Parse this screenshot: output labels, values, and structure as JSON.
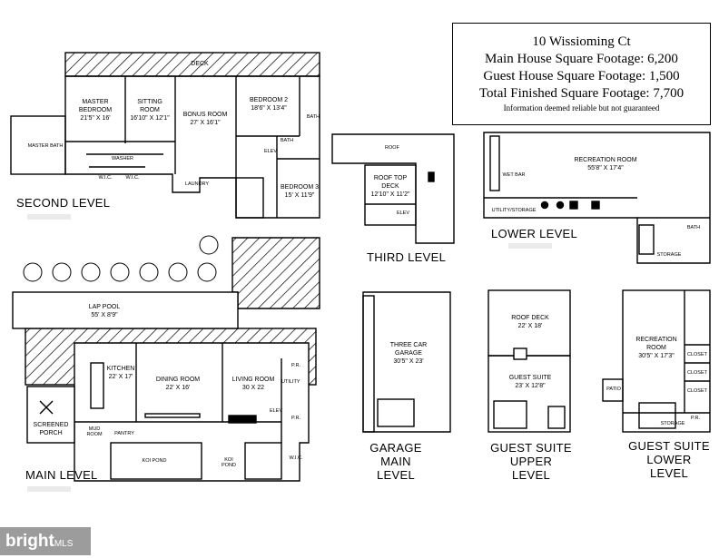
{
  "info": {
    "address": "10 Wissioming Ct",
    "main_sqft": "Main House Square Footage: 6,200",
    "guest_sqft": "Guest House Square Footage: 1,500",
    "total_sqft": "Total Finished Square Footage: 7,700",
    "disclaimer": "Information deemed reliable but not guaranteed"
  },
  "levels": {
    "second": "SECOND LEVEL",
    "third": "THIRD LEVEL",
    "lower": "LOWER LEVEL",
    "main": "MAIN LEVEL",
    "garage_1": "GARAGE",
    "garage_2": "MAIN LEVEL",
    "guest_upper_1": "GUEST SUITE",
    "guest_upper_2": "UPPER LEVEL",
    "guest_lower_1": "GUEST SUITE",
    "guest_lower_2": "LOWER LEVEL"
  },
  "second_level": {
    "deck": "DECK",
    "master_bedroom": "MASTER BEDROOM",
    "master_bedroom_dim": "21'5\" X 16'",
    "sitting_room": "SITTING ROOM",
    "sitting_room_dim": "16'10\" X 12'1\"",
    "bonus_room": "BONUS ROOM",
    "bonus_room_dim": "27' X 16'1\"",
    "bedroom2": "BEDROOM 2",
    "bedroom2_dim": "18'6\" X 13'4\"",
    "bedroom3": "BEDROOM 3",
    "bedroom3_dim": "15' X 11'9\"",
    "master_bath": "MASTER BATH",
    "laundry": "LAUNDRY",
    "wic1": "W.I.C.",
    "wic2": "W.I.C.",
    "bath1": "BATH",
    "bath2": "BATH",
    "elev": "ELEV",
    "washer": "WASHER"
  },
  "third_level": {
    "roof": "ROOF",
    "roof_deck": "ROOF TOP DECK",
    "roof_deck_dim": "12'10\" X 11'2\"",
    "elev": "ELEV"
  },
  "lower_level": {
    "rec_room": "RECREATION ROOM",
    "rec_room_dim": "55'8\" X 17'4\"",
    "utility": "UTILITY/STORAGE",
    "wet_bar": "WET BAR",
    "bath": "BATH",
    "storage": "STORAGE"
  },
  "main_level": {
    "lap_pool": "LAP POOL",
    "lap_pool_dim": "55' X 8'9\"",
    "kitchen": "KITCHEN",
    "kitchen_dim": "22' X 17'",
    "dining_room": "DINING ROOM",
    "dining_room_dim": "22' X 16'",
    "living_room": "LIVING ROOM",
    "living_room_dim": "30 X 22",
    "screened_porch": "SCREENED PORCH",
    "mud_room": "MUD ROOM",
    "pantry": "PANTRY",
    "koi_pond1": "KOI POND",
    "koi_pond2": "KOI POND",
    "utility": "UTILITY",
    "elev": "ELEV",
    "wic": "W.I.C.",
    "pr1": "P.R.",
    "pr2": "P.R."
  },
  "garage": {
    "name": "THREE CAR GARAGE",
    "dim": "30'5\" X 23'"
  },
  "guest_upper": {
    "roof_deck": "ROOF DECK",
    "roof_deck_dim": "22' X 18'",
    "guest_suite": "GUEST SUITE",
    "guest_suite_dim": "23' X 12'8\""
  },
  "guest_lower": {
    "rec_room": "RECREATION ROOM",
    "rec_room_dim": "30'5\" X 17'3\"",
    "closet1": "CLOSET",
    "closet2": "CLOSET",
    "closet3": "CLOSET",
    "patio": "PATIO",
    "storage": "STORAGE",
    "pr": "P.R."
  },
  "watermark": {
    "brand": "bright",
    "suffix": "MLS"
  }
}
